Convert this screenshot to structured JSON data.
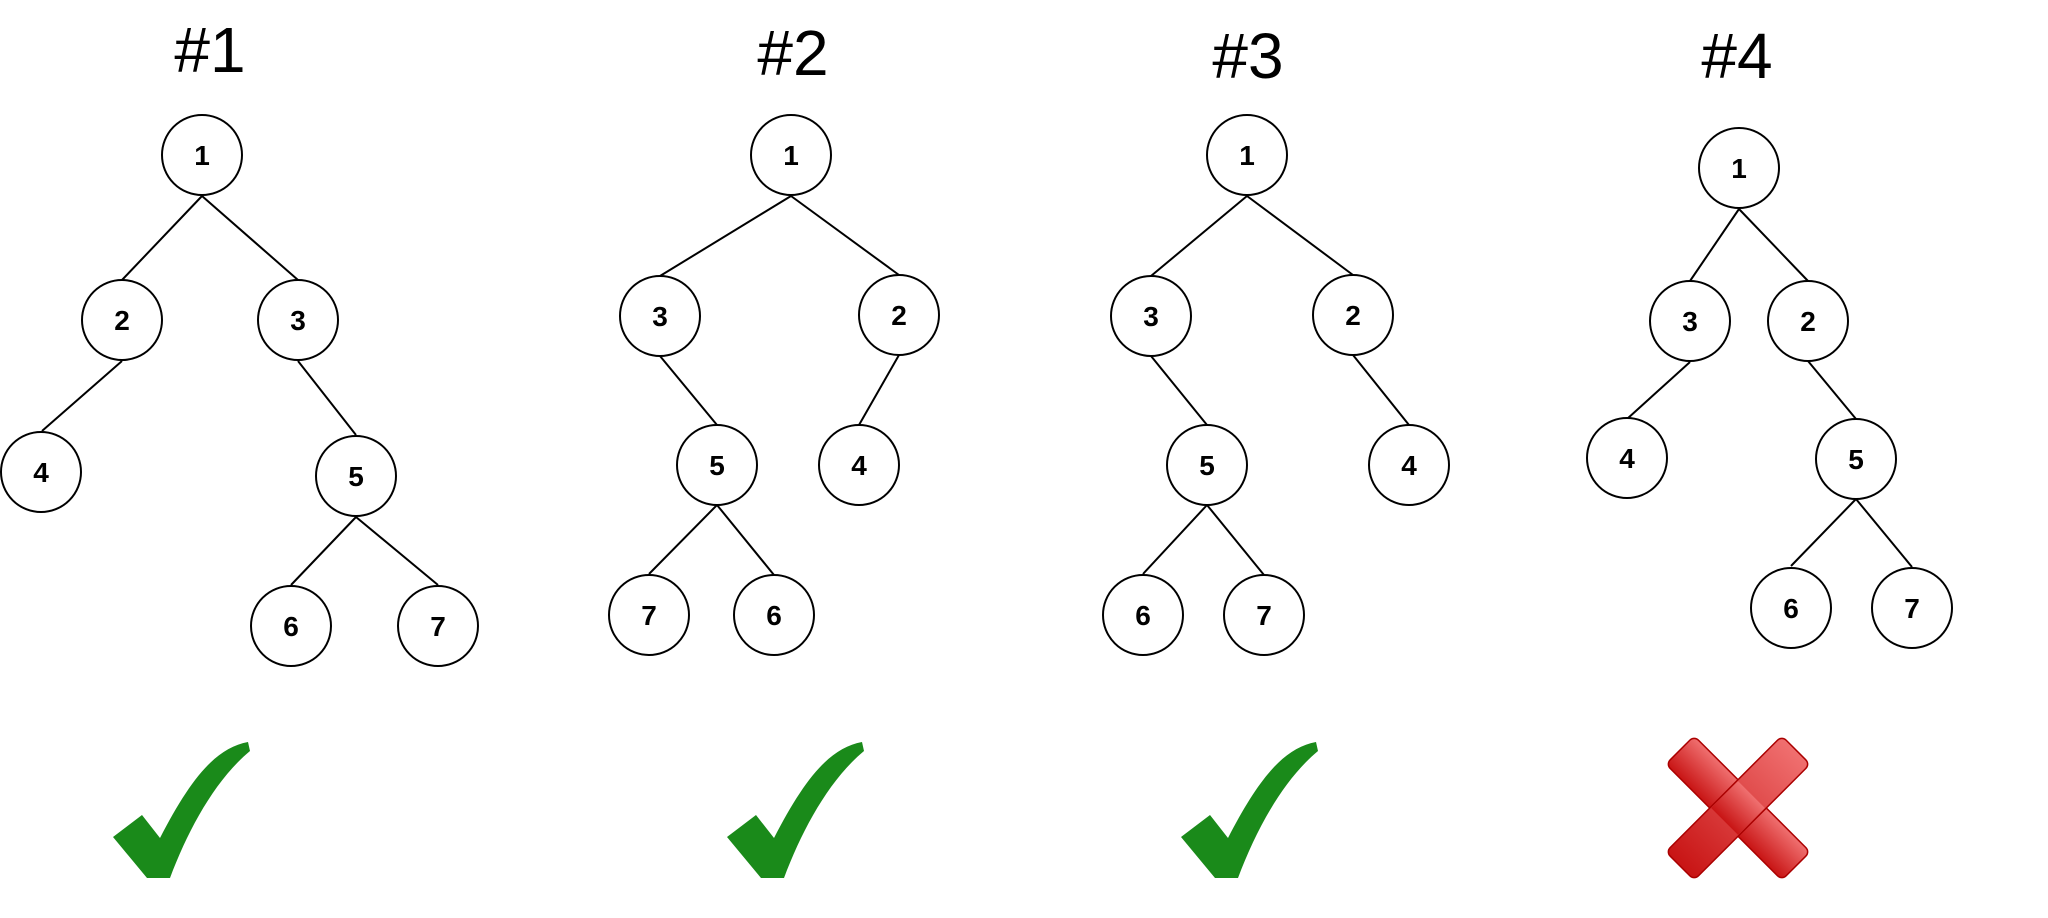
{
  "panels": [
    {
      "title": "#1",
      "verdict": "check",
      "nodes": [
        "1",
        "2",
        "3",
        "4",
        "5",
        "6",
        "7"
      ],
      "edges": [
        [
          "1",
          "2"
        ],
        [
          "1",
          "3"
        ],
        [
          "2",
          "4"
        ],
        [
          "3",
          "5"
        ],
        [
          "5",
          "6"
        ],
        [
          "5",
          "7"
        ]
      ]
    },
    {
      "title": "#2",
      "verdict": "check",
      "nodes": [
        "1",
        "3",
        "2",
        "5",
        "4",
        "7",
        "6"
      ],
      "edges": [
        [
          "1",
          "3"
        ],
        [
          "1",
          "2"
        ],
        [
          "3",
          "5"
        ],
        [
          "2",
          "4"
        ],
        [
          "5",
          "7"
        ],
        [
          "5",
          "6"
        ]
      ]
    },
    {
      "title": "#3",
      "verdict": "check",
      "nodes": [
        "1",
        "3",
        "2",
        "5",
        "4",
        "6",
        "7"
      ],
      "edges": [
        [
          "1",
          "3"
        ],
        [
          "1",
          "2"
        ],
        [
          "3",
          "5"
        ],
        [
          "2",
          "4"
        ],
        [
          "5",
          "6"
        ],
        [
          "5",
          "7"
        ]
      ]
    },
    {
      "title": "#4",
      "verdict": "cross",
      "nodes": [
        "1",
        "3",
        "2",
        "4",
        "5",
        "6",
        "7"
      ],
      "edges": [
        [
          "1",
          "3"
        ],
        [
          "1",
          "2"
        ],
        [
          "3",
          "4"
        ],
        [
          "2",
          "5"
        ],
        [
          "5",
          "6"
        ],
        [
          "5",
          "7"
        ]
      ]
    }
  ],
  "colors": {
    "check": "#1a8a1a",
    "cross_top": "#f07070",
    "cross_bottom": "#c81414"
  },
  "icons": {
    "check": "checkmark-icon",
    "cross": "cross-icon"
  }
}
